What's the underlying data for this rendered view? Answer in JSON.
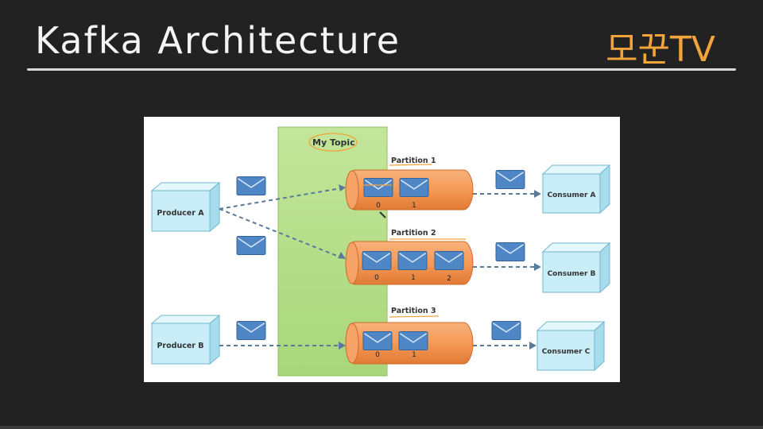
{
  "slide": {
    "title": "Kafka Architecture",
    "brand": "모꾼TV"
  },
  "diagram": {
    "topic_label": "My Topic",
    "producers": [
      "Producer A",
      "Producer B"
    ],
    "consumers": [
      "Consumer A",
      "Consumer B",
      "Consumer C"
    ],
    "partitions": [
      {
        "label": "Partition 1",
        "offsets": [
          "0",
          "1"
        ]
      },
      {
        "label": "Partition 2",
        "offsets": [
          "0",
          "1",
          "2"
        ]
      },
      {
        "label": "Partition 3",
        "offsets": [
          "0",
          "1"
        ]
      }
    ]
  },
  "colors": {
    "topic_fill": "#b8e08a",
    "partition_fill": "#f59a57",
    "box_fill": "#c9eef7",
    "message_fill": "#4f86c6",
    "arrow": "#5a7a9a",
    "highlight": "#f2a33a"
  }
}
